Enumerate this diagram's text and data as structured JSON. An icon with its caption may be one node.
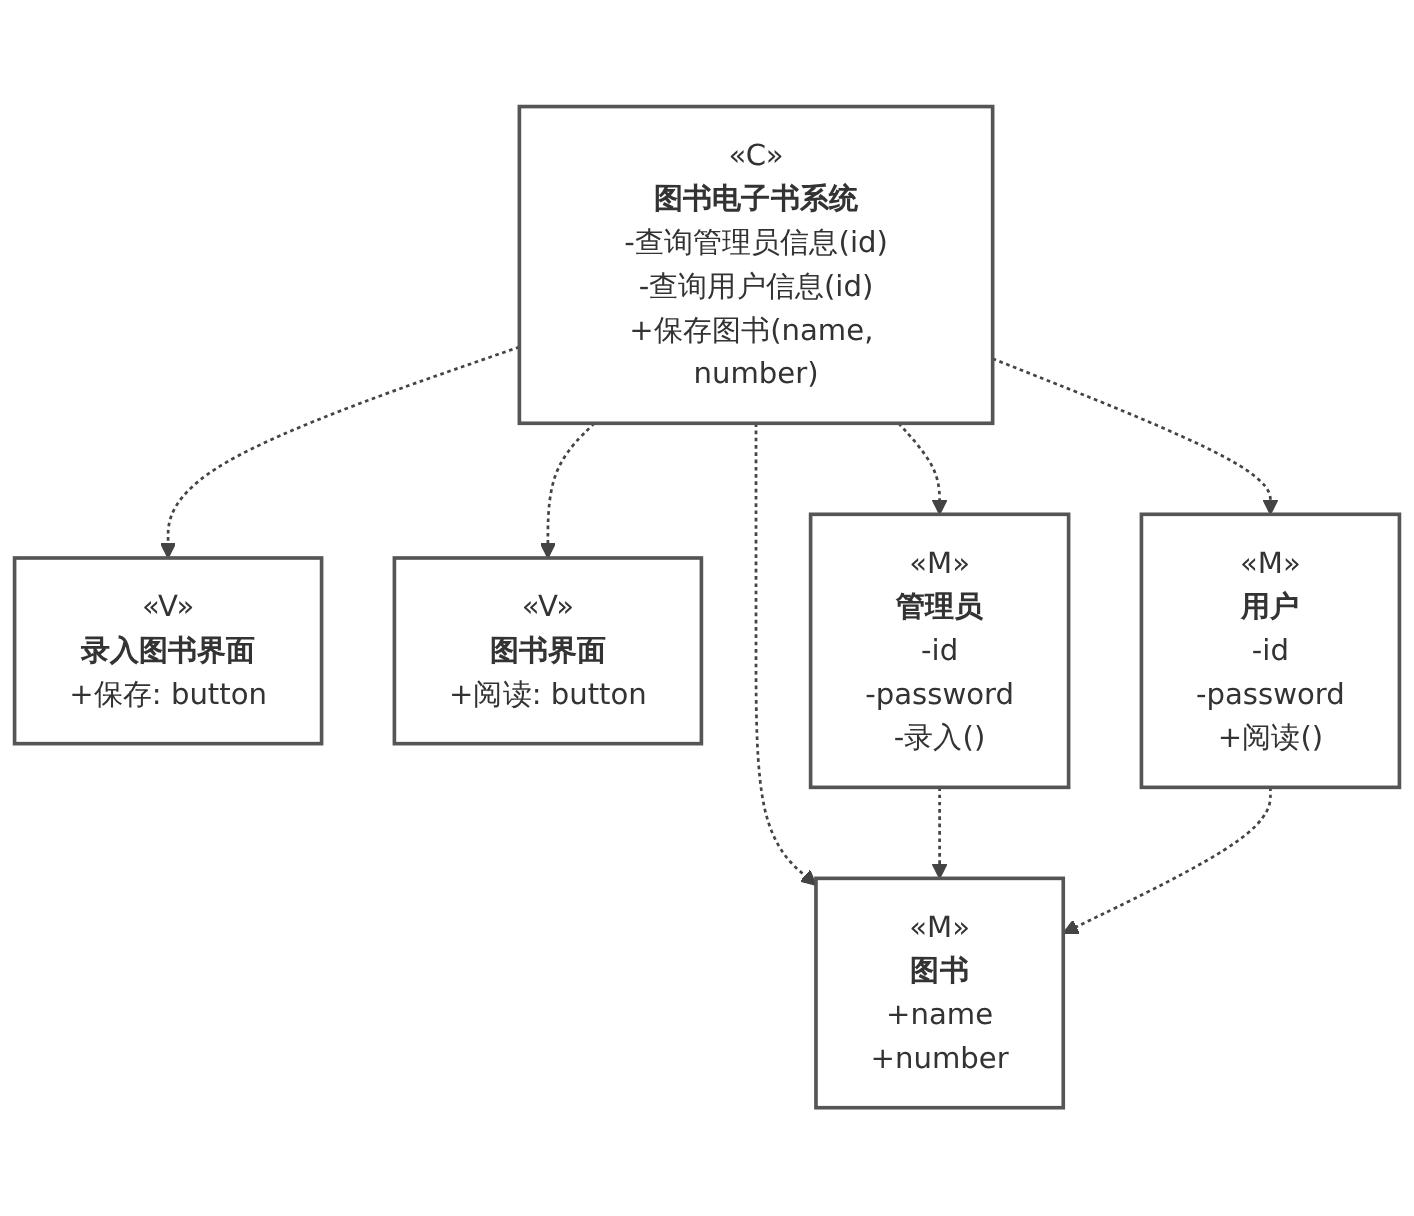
{
  "diagram": {
    "nodes": [
      {
        "text": [
          "«V»",
          "录入图书界面",
          "+保存: button"
        ]
      },
      {
        "text": [
          "«V»",
          "图书界面",
          "+阅读: button"
        ]
      },
      {
        "text": [
          "«C»",
          "图书电子书系统",
          "-查询管理员信息(id)",
          "-查询用户信息(id)",
          "+保存图书(name, number)"
        ]
      },
      {
        "text": [
          "«M»",
          "管理员",
          "-id",
          "-password",
          "-录入()"
        ]
      },
      {
        "text": [
          "«M»",
          "图书",
          "+name",
          "+number"
        ]
      },
      {
        "text": [
          "«M»",
          "用户",
          "-id",
          "-password",
          "+阅读()"
        ]
      }
    ],
    "edges": [
      {
        "from": 2,
        "to": 0,
        "arrow": "to",
        "style": "dashed"
      },
      {
        "from": 2,
        "to": 1,
        "arrow": "to",
        "style": "dashed"
      },
      {
        "from": 2,
        "to": 3,
        "arrow": "to",
        "style": "dashed"
      },
      {
        "from": 2,
        "to": 4,
        "arrow": "to",
        "style": "dashed"
      },
      {
        "from": 2,
        "to": 5,
        "arrow": "to",
        "style": "dashed"
      },
      {
        "from": 3,
        "to": 4,
        "arrow": "to",
        "style": "dashed"
      },
      {
        "from": 5,
        "to": 4,
        "arrow": "to",
        "style": "dashed"
      }
    ]
  }
}
